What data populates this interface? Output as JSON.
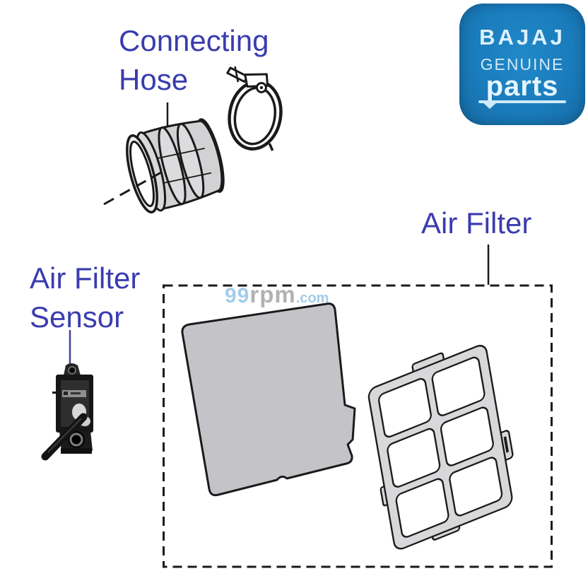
{
  "page": {
    "background_color": "#ffffff",
    "label_color": "#3a3caf",
    "line_color": "#1a1a1a"
  },
  "labels": {
    "connecting_hose": "Connecting Hose",
    "air_filter": "Air Filter",
    "air_filter_sensor": "Air Filter Sensor"
  },
  "watermark": {
    "part1": "99",
    "part2": "rpm",
    "part3": ".com",
    "blue_color": "#a3cde9",
    "gray_color": "#b4b1b1"
  },
  "brand_badge": {
    "line1": "BAJAJ",
    "line2": "GENUINE",
    "line3": "parts",
    "background_color": "#1b80c0",
    "text_color": "#ddf1fb"
  },
  "illustrations": {
    "hose_fill": "#d2d2d5",
    "foam_fill": "#c4c4c8",
    "frame_fill": "#d8d8da",
    "boundary_style": "dashed"
  }
}
